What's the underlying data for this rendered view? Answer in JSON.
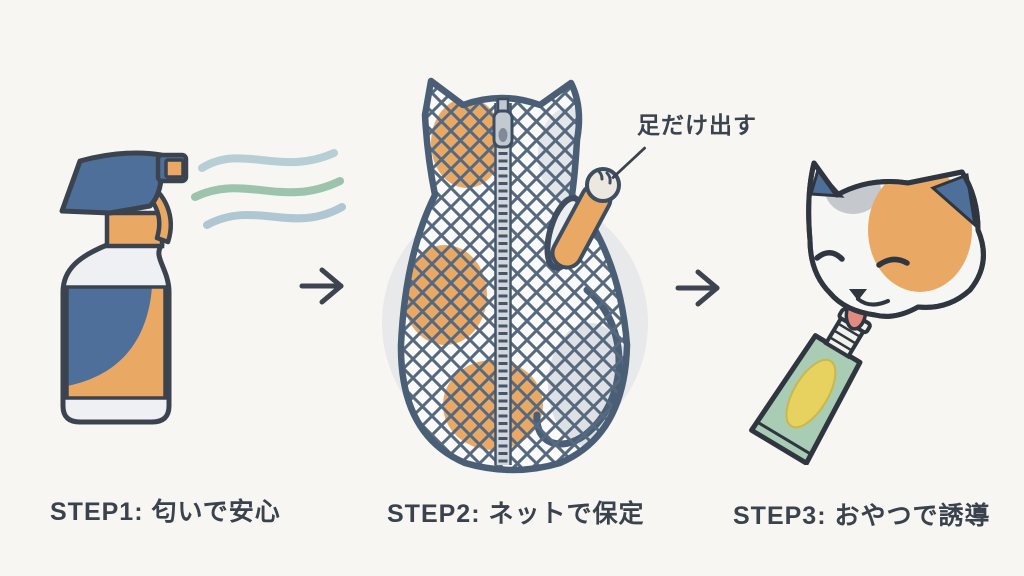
{
  "steps": [
    {
      "id": 1,
      "label": "STEP1: 匂いで安心",
      "illustration": "spray-bottle-with-scent-waves"
    },
    {
      "id": 2,
      "label": "STEP2: ネットで保定",
      "annotation": "足だけ出す",
      "illustration": "cat-in-mesh-restraint-bag"
    },
    {
      "id": 3,
      "label": "STEP3: おやつで誘導",
      "illustration": "cat-licking-treat-tube"
    }
  ],
  "arrows": [
    {
      "icon": "arrow-right-icon"
    },
    {
      "icon": "arrow-right-icon"
    }
  ],
  "colors": {
    "background": "#f7f6f2",
    "outline": "#3b434e",
    "caption_text": "#3a424d",
    "blue": "#4e6f9a",
    "orange": "#e9a965",
    "bottle_gray": "#eef0f3",
    "wave_green": "#9cc3ac",
    "wave_blue_top": "#b7ced5",
    "wave_blue_bottom": "#aec7d3",
    "net_slate": "#4a5f76",
    "circle_gray": "#e8e9eb",
    "paw_cream": "#ece7df",
    "patch_gray": "#c5c9cd",
    "tube_green": "#a9ccb5",
    "tube_label_yellow": "#e7d25f",
    "tongue_pink": "#e08a80"
  }
}
